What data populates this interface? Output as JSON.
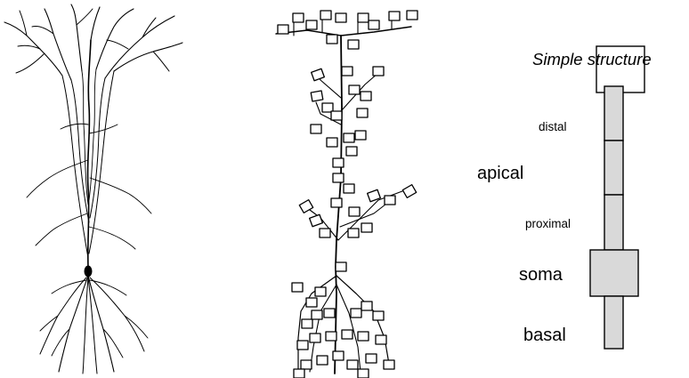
{
  "figure": {
    "title": "Simple structure",
    "labels": {
      "distal": "distal",
      "apical": "apical",
      "proximal": "proximal",
      "soma": "soma",
      "basal": "basal"
    }
  },
  "colors": {
    "ink": "#000000",
    "compartment_fill": "#d9d9d9",
    "background": "#ffffff"
  }
}
